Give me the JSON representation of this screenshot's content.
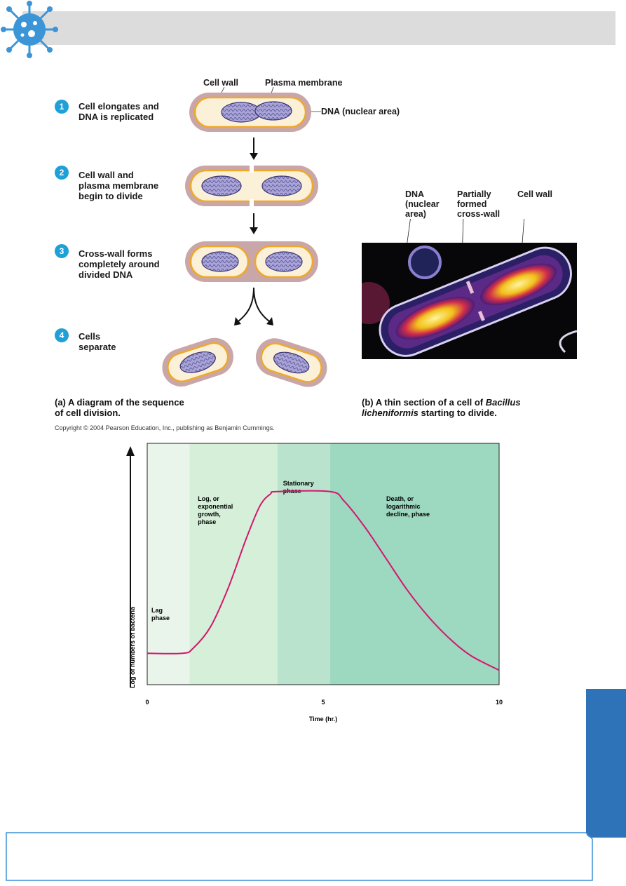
{
  "diagram": {
    "steps": [
      {
        "number": "1",
        "lines": [
          "Cell elongates and",
          "DNA is replicated"
        ]
      },
      {
        "number": "2",
        "lines": [
          "Cell wall and",
          "plasma membrane",
          "begin to divide"
        ]
      },
      {
        "number": "3",
        "lines": [
          "Cross-wall forms",
          "completely around",
          "divided DNA"
        ]
      },
      {
        "number": "4",
        "lines": [
          "Cells",
          "separate"
        ]
      }
    ],
    "label_cell_wall": "Cell wall",
    "label_plasma_membrane": "Plasma membrane",
    "label_dna": "DNA (nuclear area)",
    "caption_a": [
      "(a) A diagram of the sequence",
      "of cell division."
    ]
  },
  "micrograph": {
    "label_dna": [
      "DNA",
      "(nuclear",
      "area)"
    ],
    "label_crosswall": [
      "Partially",
      "formed",
      "cross-wall"
    ],
    "label_cell_wall": "Cell wall",
    "caption_b_prefix": "(b) A thin section of a cell of ",
    "caption_b_italic1": "Bacillus",
    "caption_b_italic2": "licheniformis",
    "caption_b_suffix": " starting to divide."
  },
  "copyright": "Copyright © 2004 Pearson Education, Inc., publishing as Benjamin Cummings.",
  "colors": {
    "badge": "#1fa0d6",
    "curve": "#d4166f",
    "side_tab": "#2e73b8",
    "logo": "#3b95d6"
  },
  "chart_data": {
    "type": "line",
    "xlabel": "Time (hr.)",
    "ylabel": "Log of numbers of bacteria",
    "x_ticks": [
      "0",
      "5",
      "10"
    ],
    "xlim": [
      0,
      10
    ],
    "ylim": [
      0,
      10
    ],
    "phases": [
      {
        "name": [
          "Lag",
          "phase"
        ],
        "x_start": 0,
        "x_end": 1.2,
        "color": "#e9f5ea"
      },
      {
        "name": [
          "Log, or",
          "exponential",
          "growth,",
          "phase"
        ],
        "x_start": 1.2,
        "x_end": 3.7,
        "color": "#d6efd9"
      },
      {
        "name": [
          "Stationary",
          "phase"
        ],
        "x_start": 3.7,
        "x_end": 5.2,
        "color": "#b9e3cc"
      },
      {
        "name": [
          "Death, or",
          "logarithmic",
          "decline, phase"
        ],
        "x_start": 5.2,
        "x_end": 10,
        "color": "#9dd8c0"
      }
    ],
    "series": [
      {
        "x": [
          0,
          1.0,
          1.3,
          1.8,
          2.3,
          2.8,
          3.2,
          3.5,
          3.7,
          5.2,
          5.6,
          6.2,
          6.8,
          7.4,
          8.0,
          8.6,
          9.2,
          10
        ],
        "y": [
          1.3,
          1.3,
          1.5,
          2.4,
          4.0,
          6.0,
          7.4,
          7.9,
          8.0,
          8.0,
          7.6,
          6.5,
          5.2,
          3.9,
          2.8,
          1.9,
          1.2,
          0.6
        ]
      }
    ]
  }
}
